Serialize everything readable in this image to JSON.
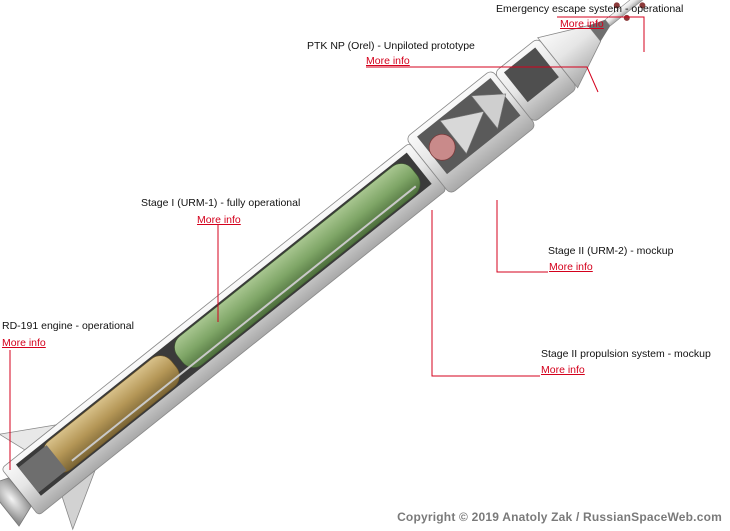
{
  "labels": {
    "escape": {
      "title": "Emergency escape system - operational",
      "link": "More info"
    },
    "ptk": {
      "title": "PTK NP (Orel) - Unpiloted prototype",
      "link": "More info"
    },
    "stage1": {
      "title": "Stage I (URM-1) - fully operational",
      "link": "More info"
    },
    "stage2": {
      "title": "Stage II (URM-2) - mockup",
      "link": "More info"
    },
    "engine": {
      "title": "RD-191 engine - operational",
      "link": "More info"
    },
    "prop2": {
      "title": "Stage II propulsion system - mockup",
      "link": "More info"
    }
  },
  "copyright": "Copyright © 2019 Anatoly Zak / RussianSpaceWeb.com",
  "colors": {
    "leader": "#d4001c",
    "link": "#d4001c",
    "hull": "#dcdcdc",
    "tank_green": "#7fa86a",
    "tank_gold": "#b79a5c"
  }
}
